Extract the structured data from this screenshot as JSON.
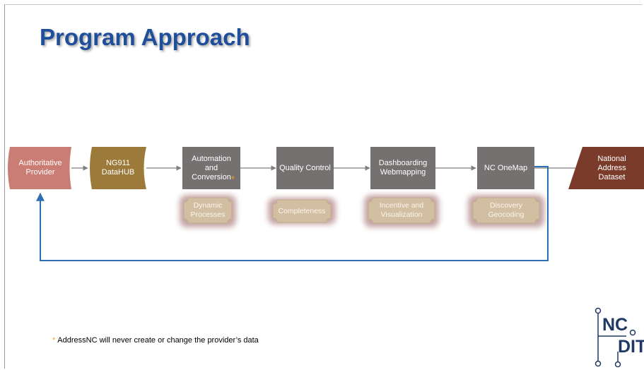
{
  "title": "Program Approach",
  "nodes": {
    "authoritative_provider": "Authoritative\nProvider",
    "ng911_datahub": "NG911\nDataHUB",
    "automation_conversion": "Automation\nand\nConversion",
    "automation_asterisk": "*",
    "quality_control": "Quality Control",
    "dashboarding": "Dashboarding\nWebmapping",
    "nc_onemap": "NC OneMap",
    "national_address_dataset": "National\nAddress\nDataset"
  },
  "subnodes": {
    "dynamic_processes": "Dynamic\nProcesses",
    "completeness": "Completeness",
    "incentive_visualization": "Incentive and\nVisualization",
    "discovery_geocoding": "Discovery\nGeocoding"
  },
  "footnote": {
    "marker": "*",
    "text": "AddressNC will never create or change the provider’s data"
  },
  "logo": {
    "line1": "NC",
    "line2": "DIT"
  },
  "colors": {
    "title": "#1f4e9a",
    "provider": "#c97d74",
    "datahub": "#9c7a3a",
    "process_box": "#767171",
    "subnode": "#d2bea1",
    "national": "#7b3b2b",
    "feedback_line": "#2e6fb5"
  }
}
